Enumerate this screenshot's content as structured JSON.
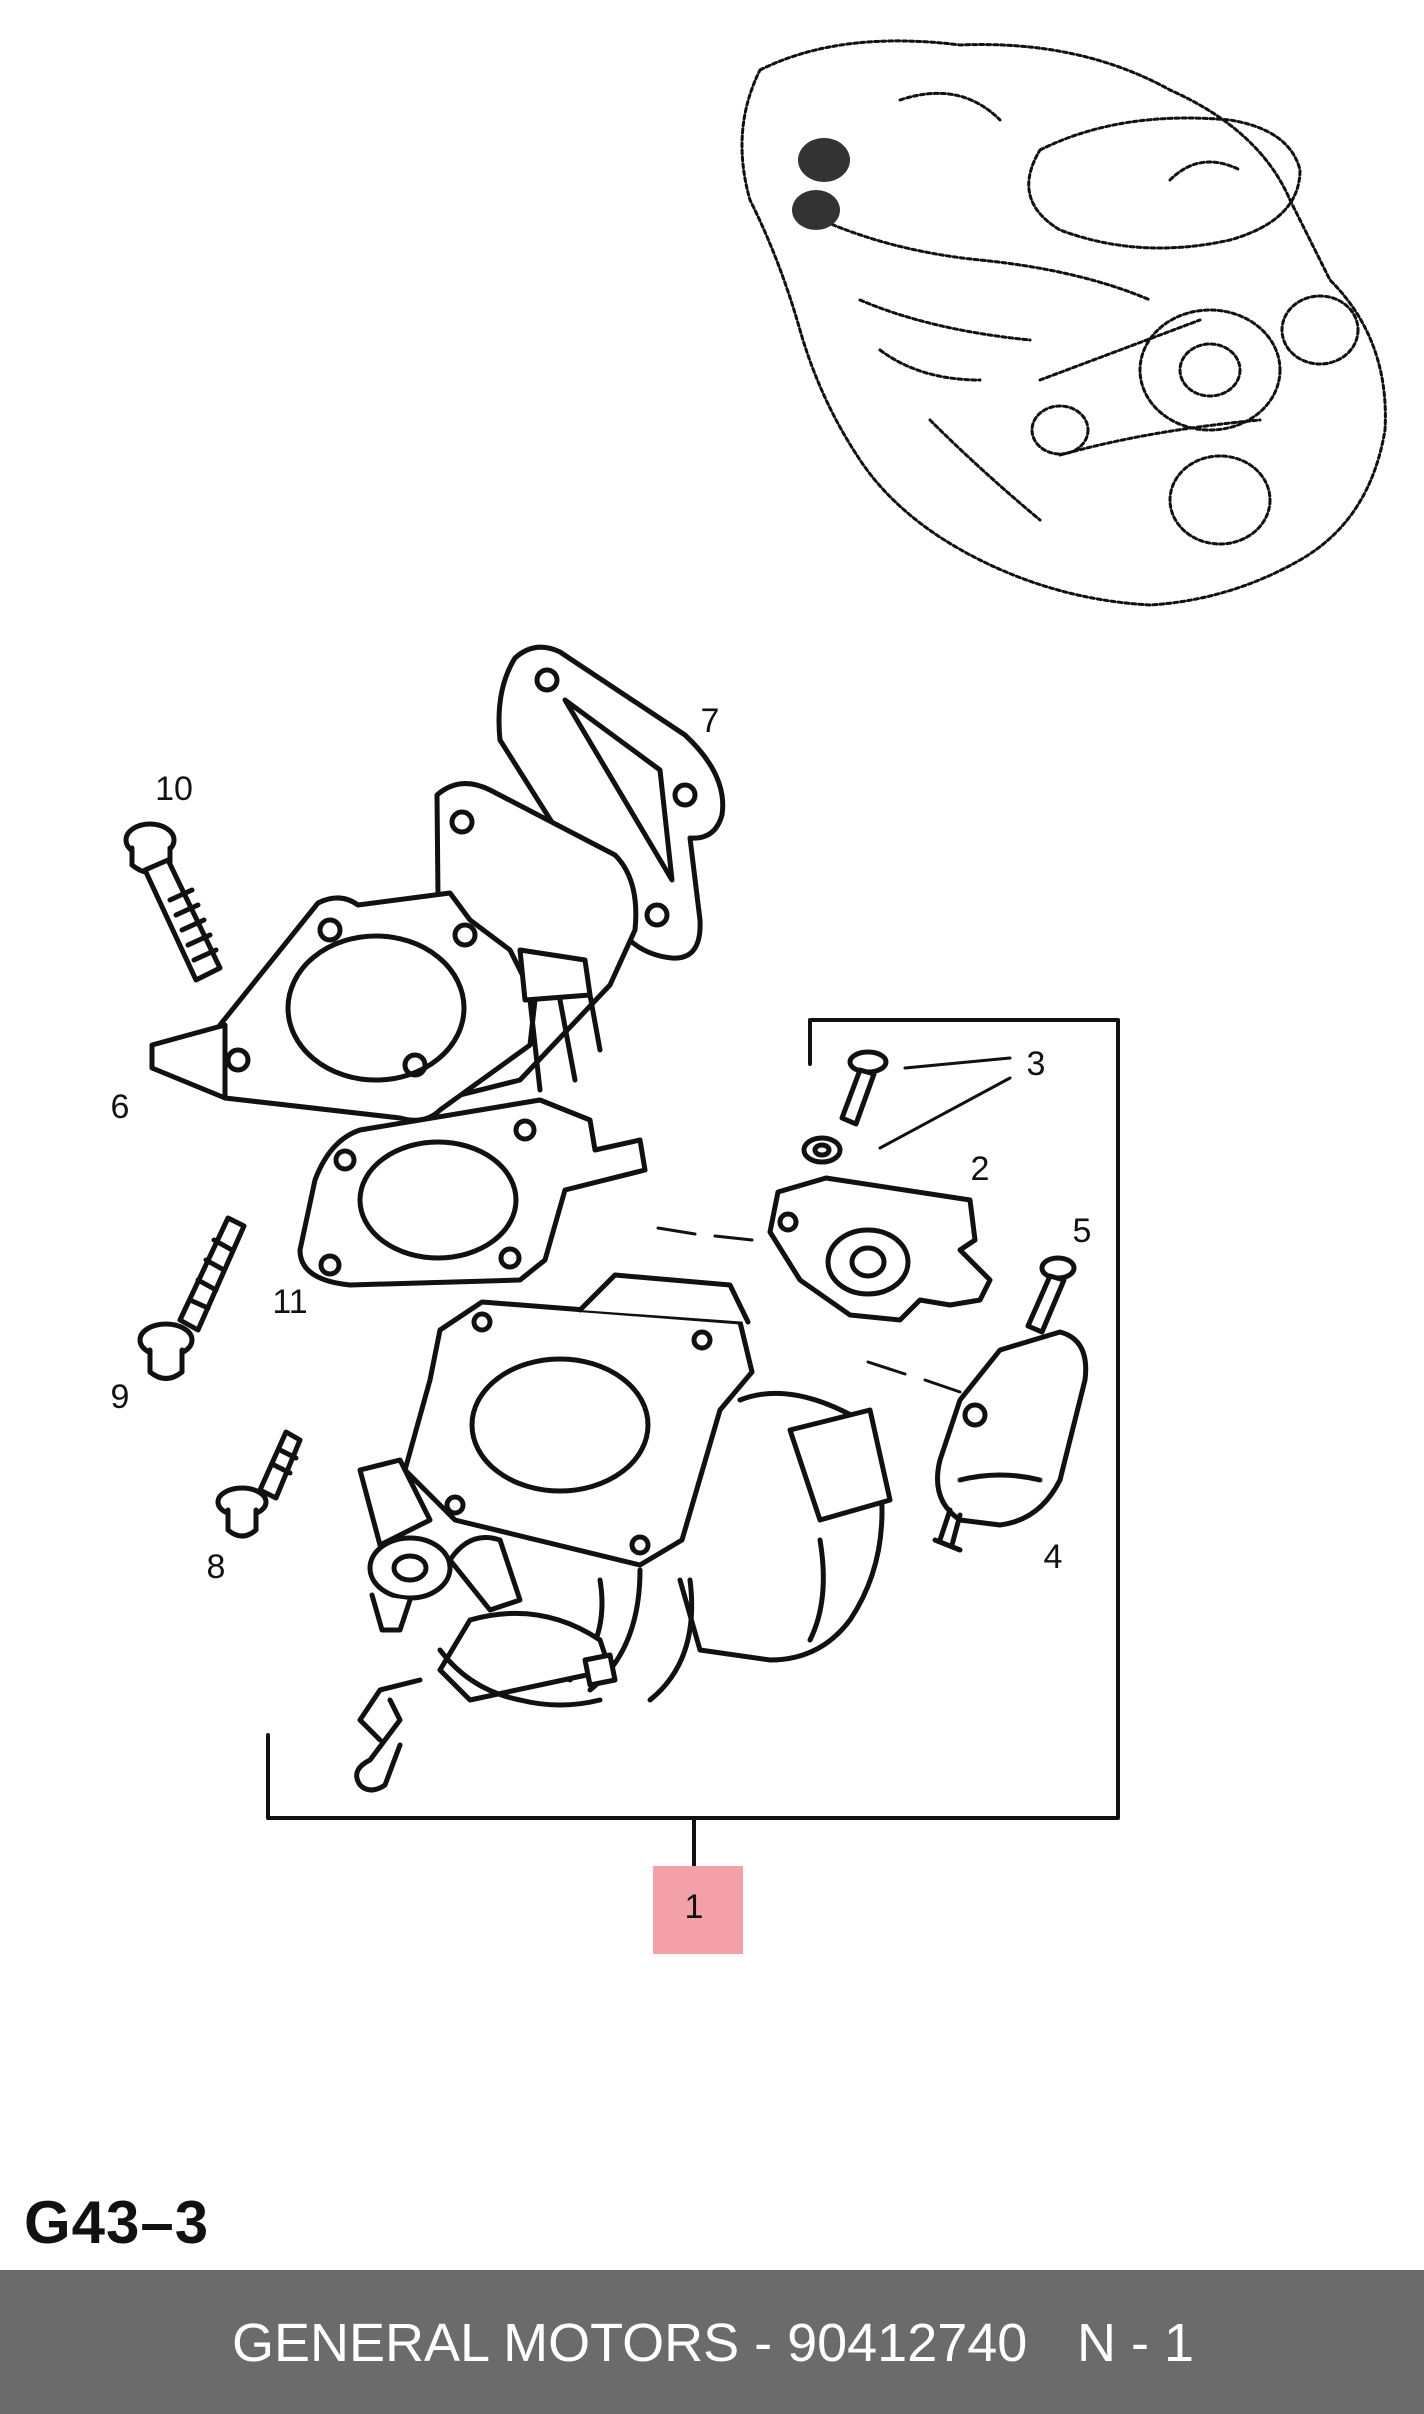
{
  "diagram": {
    "callouts": [
      "1",
      "2",
      "3",
      "4",
      "5",
      "6",
      "7",
      "8",
      "9",
      "10",
      "11"
    ],
    "highlight_color": "#f4a0a8",
    "line_color": "#111111"
  },
  "figure_code": "G43–3",
  "footer": {
    "part_text": "GENERAL MOTORS - 90412740",
    "qty_text": "N - 1",
    "background_color": "#6b6b6b",
    "text_color": "#ffffff"
  }
}
